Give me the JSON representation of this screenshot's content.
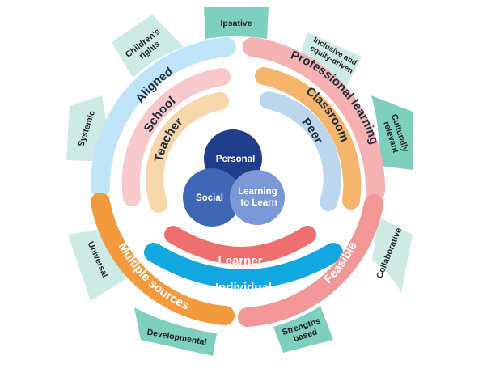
{
  "center": {
    "personal": "Personal",
    "social": "Social",
    "learning_to_learn": [
      "Learning",
      "to Learn"
    ]
  },
  "rings": {
    "teacher": "Teacher",
    "peer": "Peer",
    "school": "School",
    "classroom": "Classroom",
    "aligned": "Aligned",
    "professional_learning": "Professional learning",
    "learner": "Learner",
    "individual": "Individual",
    "multiple_sources": "Multiple sources",
    "feasible": "Feasible"
  },
  "tabs": {
    "ipsative": "Ipsative",
    "childrens_rights": [
      "Children's",
      "rights"
    ],
    "inclusive": [
      "Inclusive and",
      "equity-driven"
    ],
    "systemic": "Systemic",
    "culturally_relevant": [
      "Culturally",
      "relevant"
    ],
    "universal": "Universal",
    "collaborative": "Collaborative",
    "developmental": "Developmental",
    "strengths_based": [
      "Strengths",
      "based"
    ]
  },
  "colors": {
    "navy": "#1f3d8a",
    "blue": "#3f67b5",
    "lightblue_circle": "#7a97d6",
    "pale_blue": "#bcd6ee",
    "sky_blue": "#bfe3f7",
    "pale_orange": "#f8d6ac",
    "orange": "#f6b56d",
    "pink": "#f8c9cb",
    "light_pink": "#f6b2b3",
    "coral": "#ee6f6e",
    "cyan": "#13a7e0",
    "deep_orange": "#f39a3e",
    "salmon": "#f29797",
    "mint": "#cdebe4",
    "teal": "#7fcfbe"
  }
}
